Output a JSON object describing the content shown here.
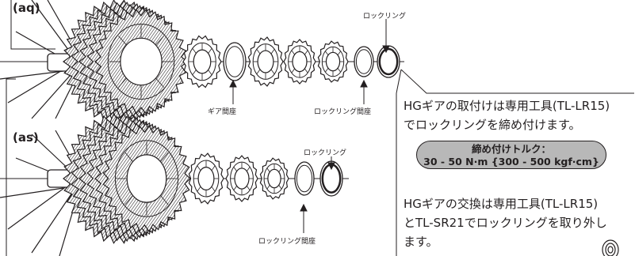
{
  "figure": {
    "section_a_label": "(aq)",
    "section_b_label": "(as)",
    "callouts": {
      "lockring_a": "ロックリング",
      "spacer_a": "ギア間座",
      "lockring_spacer_a": "ロックリング間座",
      "lockring_b": "ロックリング",
      "lockring_spacer_b": "ロックリング間座"
    },
    "note_install": [
      "HGギアの取付けは専用工具(TL-LR15)",
      "でロックリングを締め付けます。"
    ],
    "torque_box": {
      "title": "締め付けトルク：",
      "value": "30 - 50 N·m {300 - 500 kgf·cm}"
    },
    "note_replace": [
      "HGギアの交換は専用工具(TL-LR15)",
      "とTL-SR21でロックリングを取り外し",
      "ます。"
    ]
  }
}
